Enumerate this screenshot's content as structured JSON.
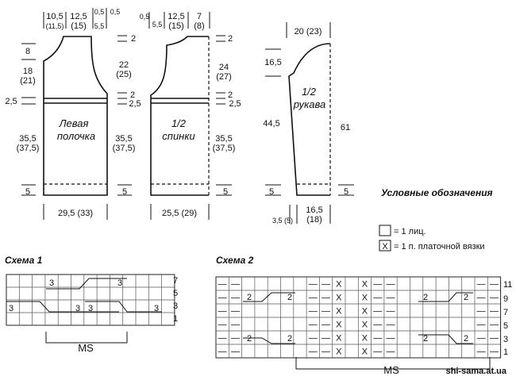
{
  "front": {
    "name_line1": "Левая",
    "name_line2": "полочка",
    "top_a": "10,5",
    "top_a_alt": "(11,5)",
    "top_b": "12,5",
    "top_b_alt": "(15)",
    "top_c": "0,5",
    "top_c_alt": "5,5",
    "top_d": "0,5",
    "left_shoulder": "8",
    "left_arm": "18",
    "left_arm_alt": "(21)",
    "left_band": "2,5",
    "left_body": "35,5",
    "left_body_alt": "(37,5)",
    "left_hem": "5",
    "right_top": "2",
    "right_arm": "22",
    "right_arm_alt": "(25)",
    "right_mid": "2",
    "right_band": "2,5",
    "right_body": "35,5",
    "right_body_alt": "(37,5)",
    "right_hem": "5",
    "width": "29,5 (33)"
  },
  "back": {
    "name_line1": "1/2",
    "name_line2": "спинки",
    "top_a": "0,5",
    "top_a_alt": "5,5",
    "top_b": "12,5",
    "top_b_alt": "(15)",
    "top_c": "7",
    "top_c_alt": "(8)",
    "right_top": "2",
    "right_arm": "24",
    "right_arm_alt": "(27)",
    "right_mid": "2",
    "right_band": "2,5",
    "right_body": "35,5",
    "right_body_alt": "(37,5)",
    "right_hem": "5",
    "width": "25,5 (29)"
  },
  "sleeve": {
    "name_line1": "1/2",
    "name_line2": "рукава",
    "top": "20 (23)",
    "left_cap": "16,5",
    "left_body": "44,5",
    "left_hem": "5",
    "right_len": "61",
    "right_hem": "5",
    "bottom_a": "3,5 (5)",
    "bottom_b": "16,5",
    "bottom_b_alt": "(18)"
  },
  "legend": {
    "title": "Условные обозначения",
    "knit_symbol": "",
    "knit": "= 1 лиц.",
    "garter_symbol": "X",
    "garter": "= 1 п. платочной вязки"
  },
  "scheme1": {
    "title": "Схема 1",
    "rows": [
      "7",
      "5",
      "3",
      "1"
    ],
    "cable_number": "3",
    "repeat_label": "MS"
  },
  "scheme2": {
    "title": "Схема 2",
    "rows": [
      "11",
      "9",
      "7",
      "5",
      "3",
      "1"
    ],
    "purl_symbol": "—",
    "cross_symbol": "X",
    "cable_number": "2",
    "repeat_label": "MS"
  },
  "watermark": "shi-sama.at.ua"
}
